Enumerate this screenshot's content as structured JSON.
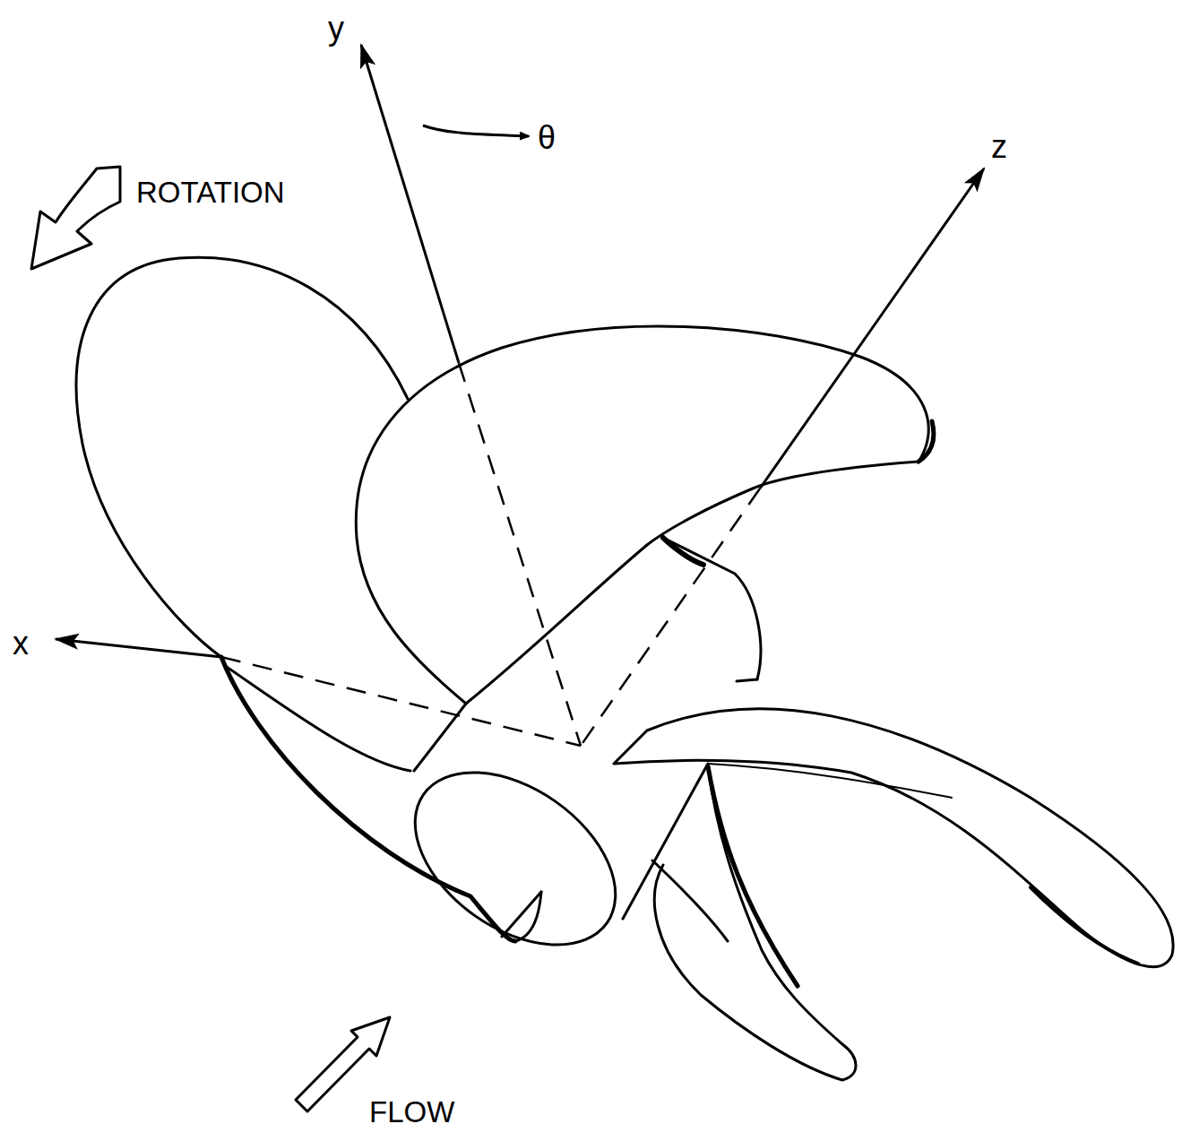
{
  "diagram": {
    "labels": [
      "y",
      "θ",
      "z",
      "ROTATION",
      "x",
      "FLOW"
    ]
  }
}
